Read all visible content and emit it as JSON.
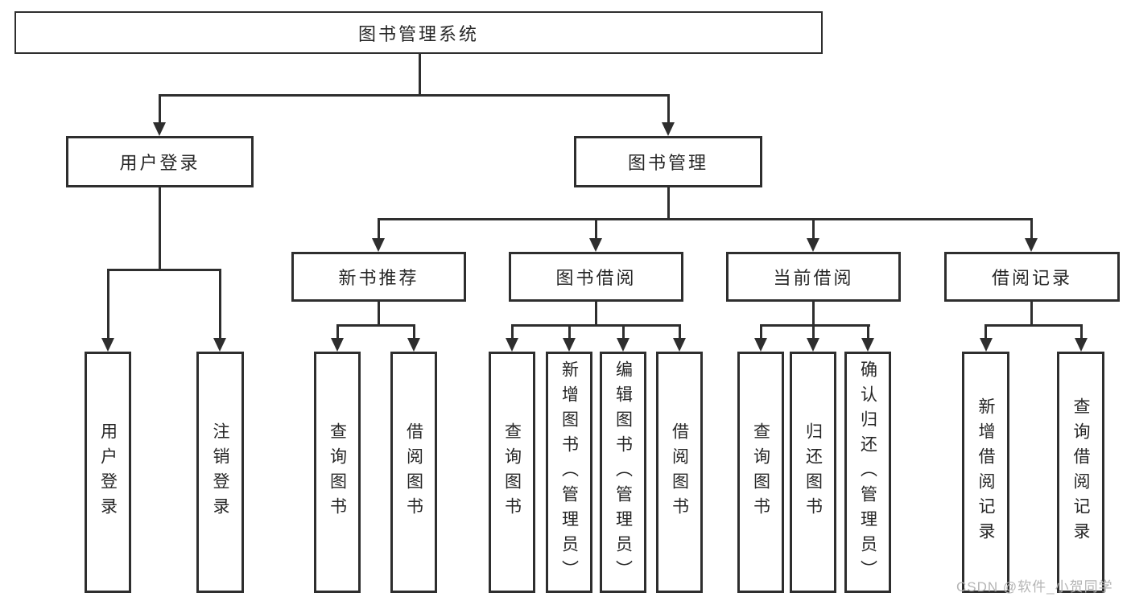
{
  "diagram": {
    "root": {
      "label": "图书管理系统"
    },
    "level2": [
      {
        "label": "用户登录"
      },
      {
        "label": "图书管理"
      }
    ],
    "level3": [
      {
        "label": "新书推荐"
      },
      {
        "label": "图书借阅"
      },
      {
        "label": "当前借阅"
      },
      {
        "label": "借阅记录"
      }
    ],
    "leaves": {
      "user_login": [
        "用户登录",
        "注销登录"
      ],
      "new_book_recommend": [
        "查询图书",
        "借阅图书"
      ],
      "book_borrow": [
        "查询图书",
        "新增图书（管理员）",
        "编辑图书（管理员）",
        "借阅图书"
      ],
      "current_borrow": [
        "查询图书",
        "归还图书",
        "确认归还（管理员）"
      ],
      "borrow_records": [
        "新增借阅记录",
        "查询借阅记录"
      ]
    }
  },
  "watermark": {
    "text": "CSDN @软件_小贺同学"
  },
  "colors": {
    "line": "#2e2e2e",
    "text": "#262626",
    "watermark": "#b5b5b5",
    "background": "#ffffff"
  }
}
